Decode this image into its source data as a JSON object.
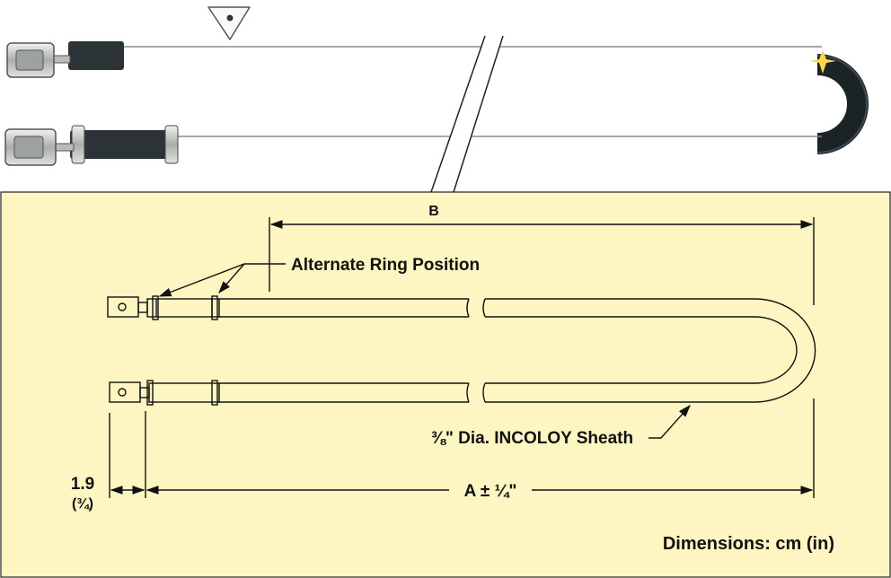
{
  "photo": {
    "description_icon": "triangular-mounting-bracket-icon",
    "colors": {
      "tube": "#1c2326",
      "tube_highlight": "#6a7478",
      "terminal": "#c9ccc8",
      "break_gap": "#ffffff"
    }
  },
  "drawing": {
    "background": "#fdf6c3",
    "line_color": "#111111",
    "labels": {
      "dim_b": "B",
      "alternate_ring": "Alternate Ring Position",
      "sheath": "⅜\" Dia. INCOLOY Sheath",
      "terminal_len": "1.9",
      "terminal_len_in": "(¾)",
      "dim_a": "A ± ¼\"",
      "units": "Dimensions: cm (in)"
    }
  }
}
